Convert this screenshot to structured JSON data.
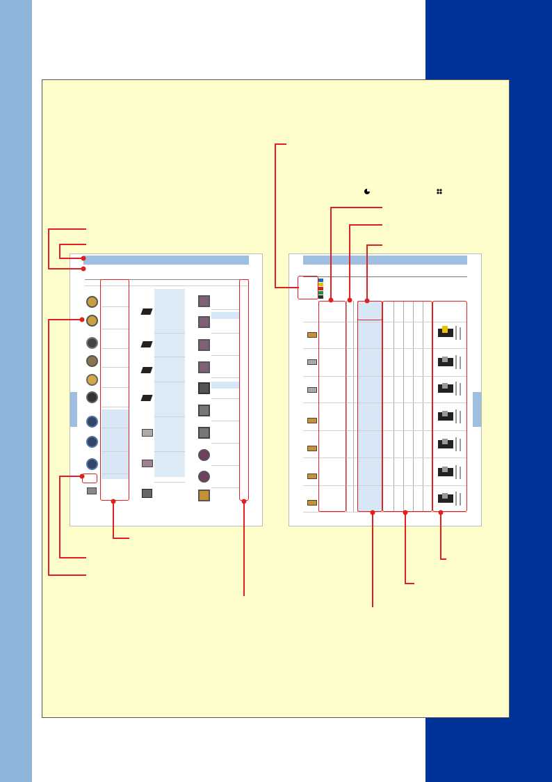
{
  "colors": {
    "band_left": "#8db4d9",
    "band_right": "#003399",
    "panel": "#fefecd",
    "callout": "#e02020",
    "page_bar": "#9fbfe0",
    "column_band": "#d7e7f6"
  },
  "icons": {
    "symbol_a": "half-filled-circle-icon",
    "symbol_b": "four-dot-cross-icon"
  },
  "left_page": {
    "insert_images": [
      "gold-round-insert",
      "gold-round-insert",
      "dark-round-insert",
      "dark-round-insert",
      "gold-round-insert",
      "dark-round-insert",
      "blue-round-insert",
      "blue-round-insert",
      "blue-round-insert",
      "grey-square-insert"
    ],
    "mid_images": [
      "dark-rhombic-insert",
      "dark-rhombic-insert",
      "dark-rhombic-insert",
      "dark-rhombic-insert",
      "grey-rhombic-insert",
      "grey-rhombic-insert",
      "grey-square-insert"
    ],
    "right_images": [
      "purple-square-insert",
      "purple-square-insert",
      "purple-square-insert",
      "purple-square-insert",
      "purple-square-insert",
      "grey-square-insert",
      "grey-square-insert",
      "purple-round-insert",
      "purple-round-insert",
      "gold-square-insert"
    ]
  },
  "right_page": {
    "insert_images": [
      "gold-insert",
      "grey-insert",
      "grey-insert",
      "gold-insert",
      "gold-insert",
      "gold-insert",
      "gold-insert"
    ],
    "drawing_images": [
      "holder-drawing",
      "holder-drawing",
      "holder-drawing",
      "holder-drawing",
      "holder-drawing",
      "holder-drawing",
      "holder-drawing"
    ]
  }
}
